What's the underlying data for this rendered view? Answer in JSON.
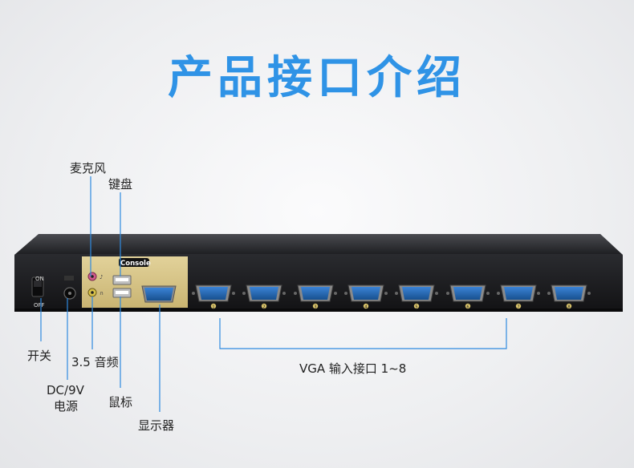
{
  "title": "产品接口介绍",
  "console_label": "Console",
  "power_labels": {
    "on": "ON",
    "off": "OFF"
  },
  "callouts": {
    "microphone": "麦克风",
    "keyboard": "键盘",
    "switch": "开关",
    "audio": "3.5 音频",
    "dc_line1": "DC/9V",
    "dc_line2": "电源",
    "mouse": "鼠标",
    "display": "显示器",
    "vga_inputs": "VGA 输入接口 1~8"
  },
  "port_numbers": [
    "1",
    "2",
    "3",
    "4",
    "5",
    "6",
    "7",
    "8"
  ],
  "colors": {
    "title": "#2f93e6",
    "callout_line": "#2f8ae0",
    "panel": "#d8c58a",
    "vga_blue": "#1f63b5"
  }
}
